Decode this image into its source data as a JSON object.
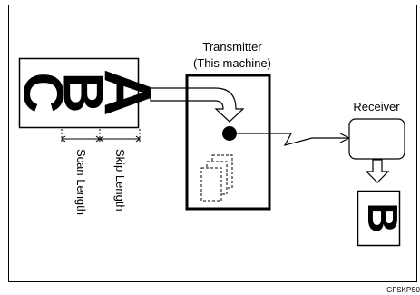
{
  "transmitter": {
    "title": "Transmitter",
    "subtitle": "(This machine)"
  },
  "receiver": {
    "label": "Receiver"
  },
  "original_letters": [
    "A",
    "B",
    "C"
  ],
  "output_letter": "B",
  "dimension_labels": {
    "scan_length": "Scan Length",
    "skip_length": "Skip Length"
  },
  "figure_code": "GFSKPS0"
}
